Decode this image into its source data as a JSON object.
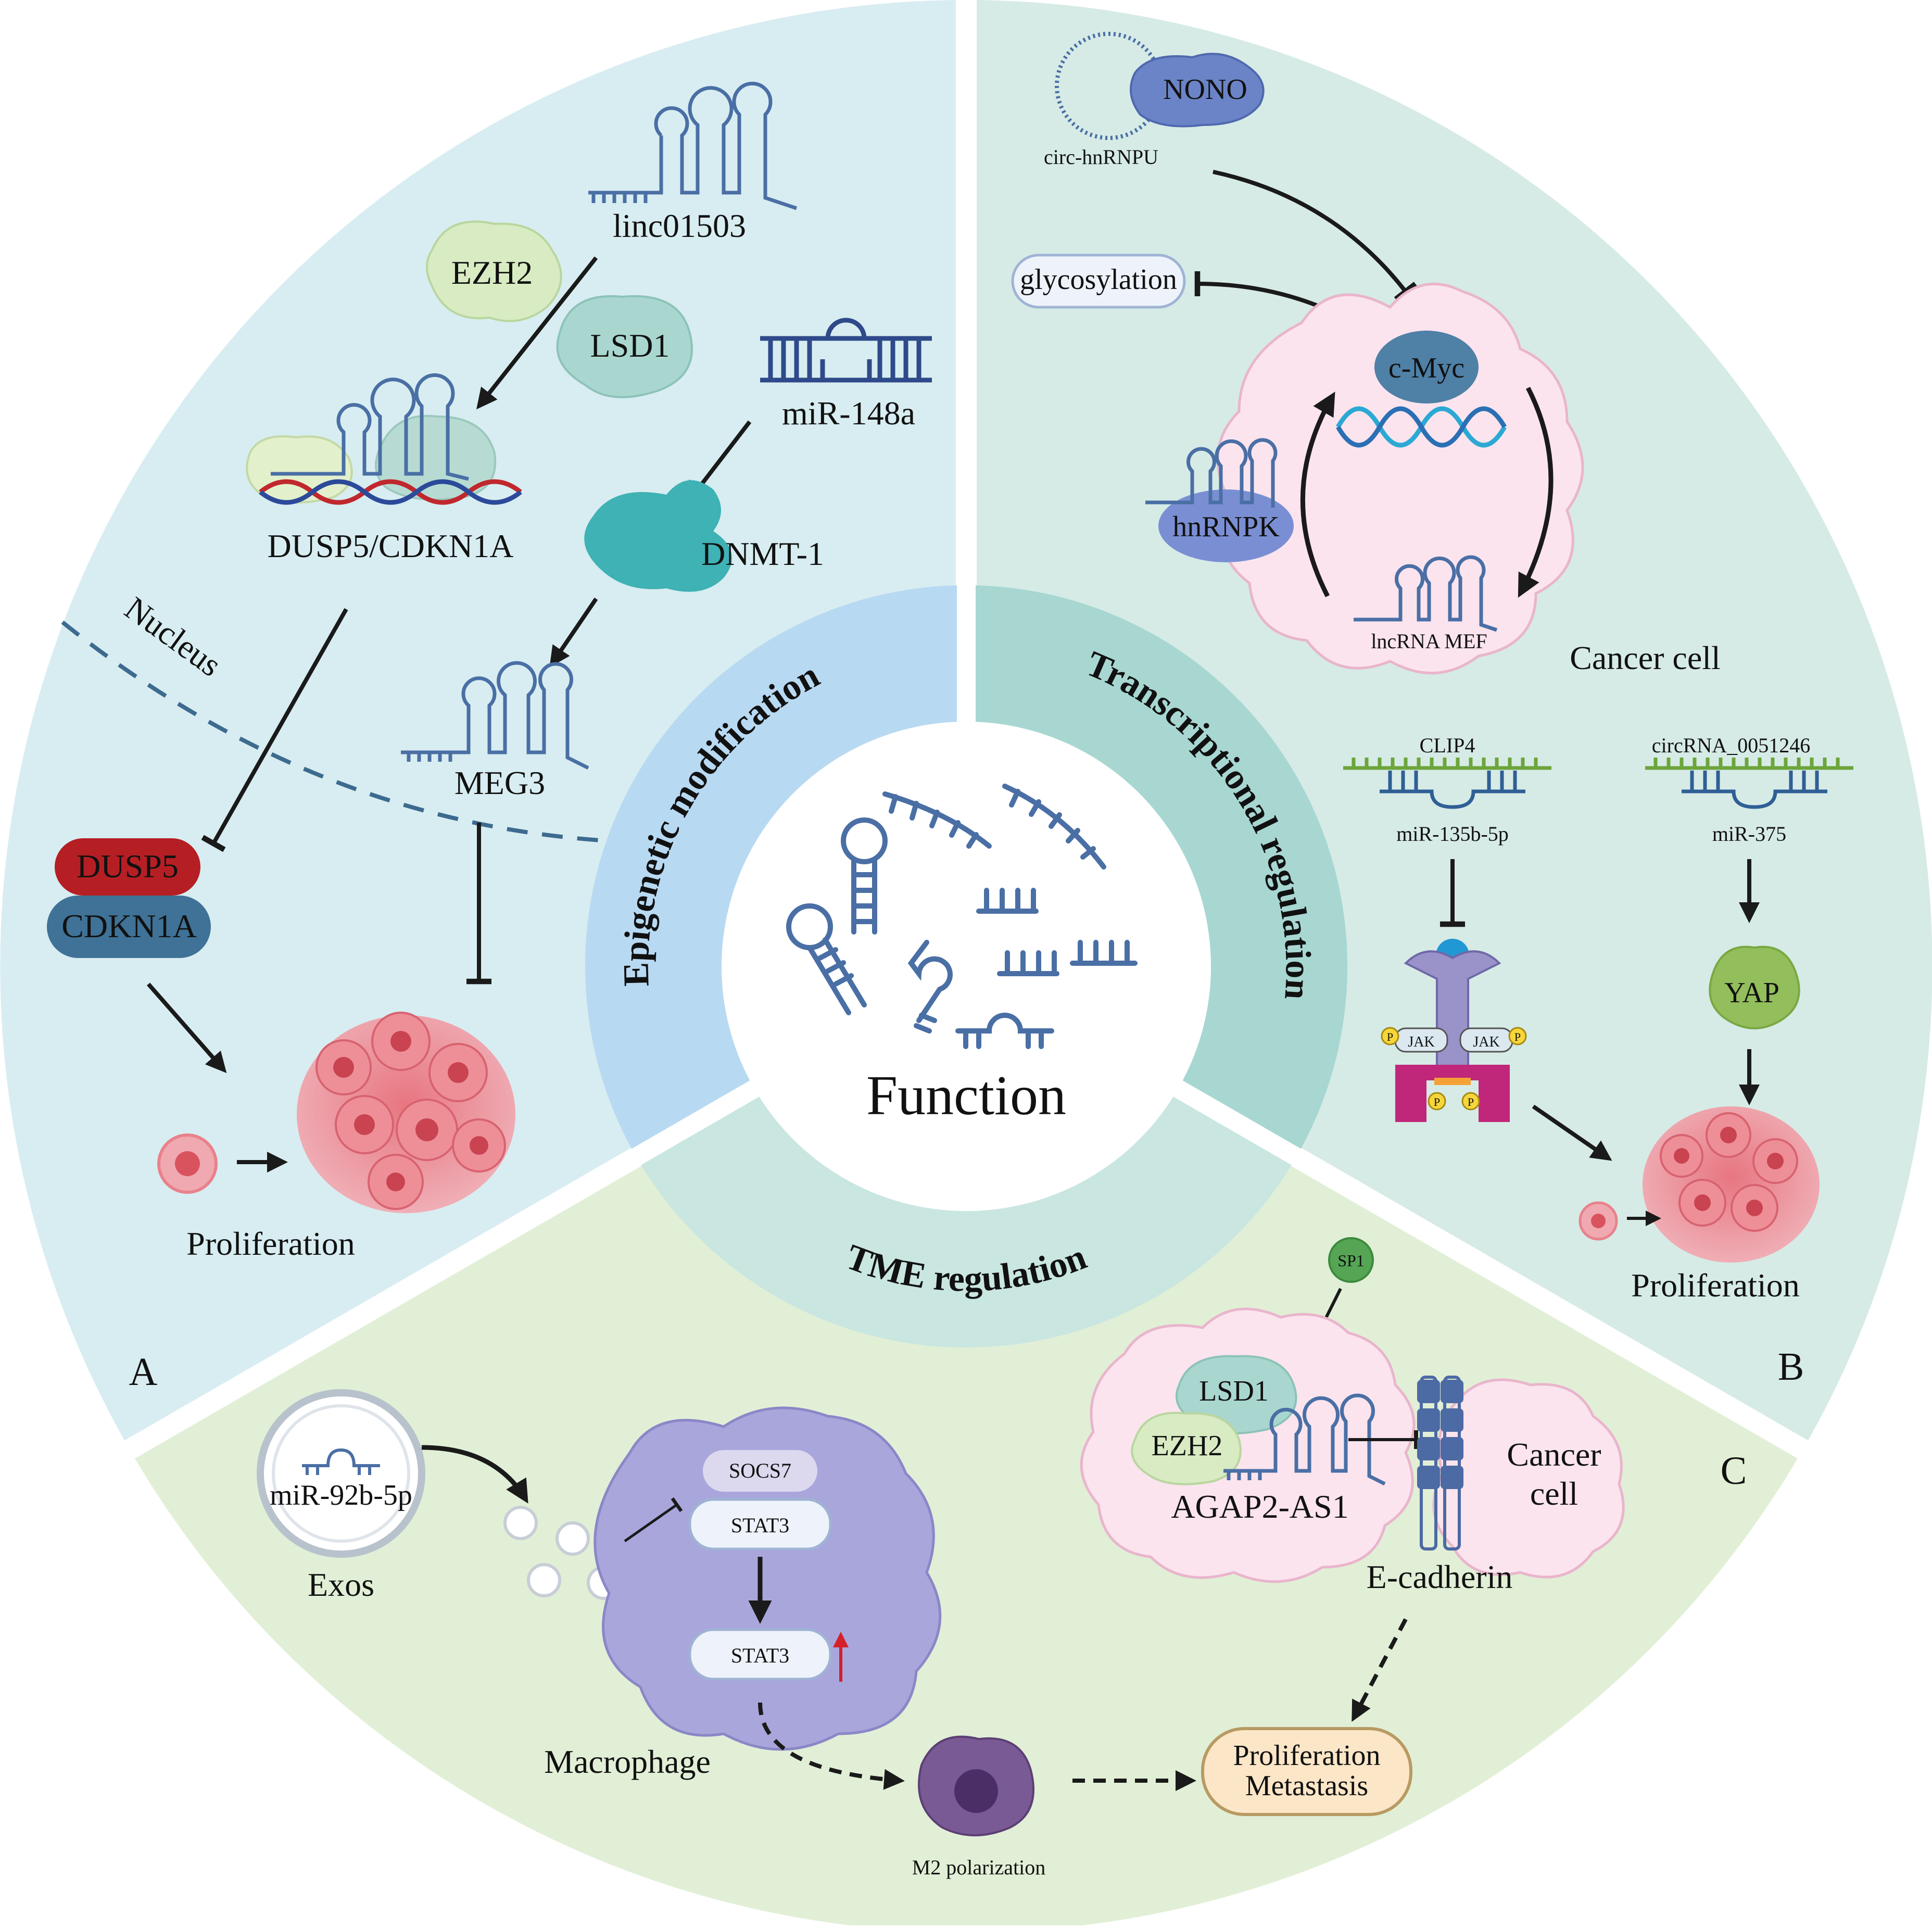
{
  "center": {
    "title": "Function"
  },
  "ring": {
    "epigenetic": "Epigenetic modification",
    "transcriptional": "Transcriptional regulation",
    "tme": "TME regulation"
  },
  "corners": {
    "a": "A",
    "b": "B",
    "c": "C"
  },
  "panel_a": {
    "linc": "linc01503",
    "ezh2": "EZH2",
    "lsd1": "LSD1",
    "mir148a": "miR-148a",
    "dusp_cdkn": "DUSP5/CDKN1A",
    "dnmt1": "DNMT-1",
    "nucleus": "Nucleus",
    "meg3": "MEG3",
    "dusp5": "DUSP5",
    "cdkn1a": "CDKN1A",
    "proliferation": "Proliferation"
  },
  "panel_b": {
    "nono": "NONO",
    "circ_hnrnpu": "circ-hnRNPU",
    "glycosylation": "glycosylation",
    "cmyc": "c-Myc",
    "hnrnpk": "hnRNPK",
    "lncrna_mef": "lncRNA MEF",
    "cancer_cell": "Cancer cell",
    "clip4": "CLIP4",
    "mir135b": "miR-135b-5p",
    "circ0051246": "circRNA_0051246",
    "mir375": "miR-375",
    "yap": "YAP",
    "jak": "JAK",
    "p": "P",
    "proliferation": "Proliferation"
  },
  "panel_c": {
    "sp1": "SP1",
    "lsd1": "LSD1",
    "ezh2": "EZH2",
    "agap2": "AGAP2-AS1",
    "cancer": "Cancer",
    "cell": "cell",
    "ecadherin": "E-cadherin",
    "mir92b": "miR-92b-5p",
    "exos": "Exos",
    "socs7": "SOCS7",
    "stat3_a": "STAT3",
    "stat3_b": "STAT3",
    "macrophage": "Macrophage",
    "m2": "M2 polarization",
    "prolif": "Proliferation",
    "metastasis": "Metastasis"
  },
  "colors": {
    "panel_a": "#d8edf1",
    "panel_b": "#d6ebe6",
    "panel_c": "#e1efd6",
    "ring_epi": "#b8d9f2",
    "ring_trans": "#a8d7d2",
    "ring_tme": "#c9e6e1",
    "rna": "#4a6fa5",
    "dusp5": "#b51f24",
    "cdkn1a": "#3f7296",
    "cell_pink": "#fbe4ee",
    "macrophage": "#a9a6dc"
  }
}
